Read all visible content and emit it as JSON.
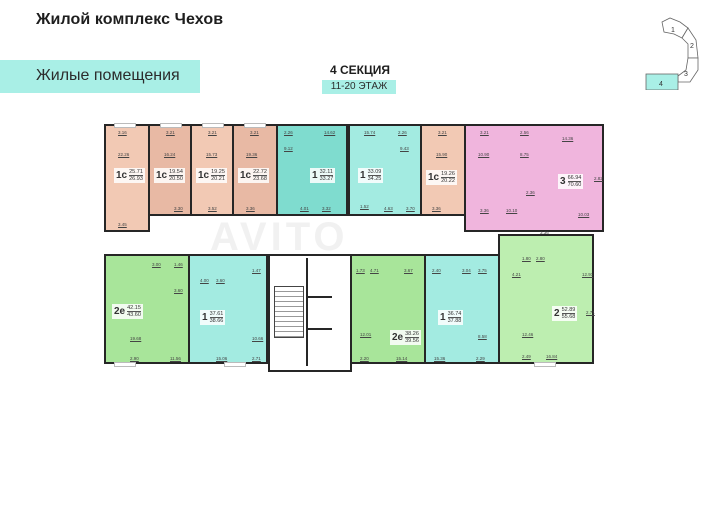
{
  "header": {
    "title": "Жилой комплекс Чехов",
    "category": "Жилые помещения"
  },
  "section": {
    "title": "4 СЕКЦИЯ",
    "floors": "11-20 ЭТАЖ"
  },
  "keyplan": {
    "sections": [
      "1",
      "2",
      "3",
      "4"
    ],
    "highlighted": "4",
    "highlight_color": "#a9efe6"
  },
  "colors": {
    "studio": "#f2c9b4",
    "one_room": "#7fdccf",
    "two_room": "#a8e59a",
    "three_room": "#f0b5dd",
    "accent": "#a9efe6",
    "wall": "#262626"
  },
  "apartments_top": [
    {
      "type": "1c",
      "living": "25.71",
      "total": "26.93",
      "rooms": [
        "3.16",
        "22.26",
        "3.45"
      ]
    },
    {
      "type": "1c",
      "living": "19.54",
      "total": "20.50",
      "rooms": [
        "3.21",
        "16.24",
        "3.30"
      ]
    },
    {
      "type": "1c",
      "living": "19.25",
      "total": "20.21",
      "rooms": [
        "3.21",
        "15.73",
        "3.52"
      ]
    },
    {
      "type": "1c",
      "living": "22.72",
      "total": "23.68",
      "rooms": [
        "3.21",
        "19.36",
        "3.36"
      ]
    },
    {
      "type": "1",
      "living": "32.11",
      "total": "33.27",
      "rooms": [
        "2.26",
        "9.12",
        "14.62",
        "4.01",
        "3.32"
      ]
    },
    {
      "type": "1",
      "living": "33.09",
      "total": "34.25",
      "rooms": [
        "15.74",
        "2.26",
        "9.43",
        "1.52",
        "4.63",
        "3.70"
      ]
    },
    {
      "type": "1c",
      "living": "19.26",
      "total": "20.22",
      "rooms": [
        "3.21",
        "15.90",
        "3.36"
      ]
    },
    {
      "type": "3",
      "living": "66.94",
      "total": "70.60",
      "rooms": [
        "3.21",
        "10.90",
        "2.56",
        "8.75",
        "2.36",
        "3.36",
        "10.10",
        "14.36",
        "2.82",
        "10.03",
        "3.36"
      ]
    }
  ],
  "apartments_bottom": [
    {
      "type": "2e",
      "living": "42.15",
      "total": "43.60",
      "rooms": [
        "3.00",
        "1.46",
        "3.60",
        "19.68",
        "2.90",
        "11.56"
      ]
    },
    {
      "type": "1",
      "living": "37.61",
      "total": "38.66",
      "rooms": [
        "4.00",
        "3.60",
        "1.47",
        "10.66",
        "15.06",
        "2.71"
      ]
    },
    {
      "type": "2e",
      "living": "38.26",
      "total": "39.56",
      "rooms": [
        "1.73",
        "4.71",
        "3.67",
        "12.01",
        "2.20",
        "15.14"
      ]
    },
    {
      "type": "1",
      "living": "36.74",
      "total": "37.88",
      "rooms": [
        "2.40",
        "3.04",
        "3.75",
        "8.58",
        "15.36",
        "2.29"
      ]
    },
    {
      "type": "2",
      "living": "52.89",
      "total": "55.68",
      "rooms": [
        "1.80",
        "2.80",
        "4.21",
        "12.91",
        "2.71",
        "12.46",
        "2.49",
        "16.84"
      ]
    }
  ],
  "core": {
    "stairs": "stairwell",
    "elevators": "elevator-shafts"
  },
  "watermark": "AVITO"
}
